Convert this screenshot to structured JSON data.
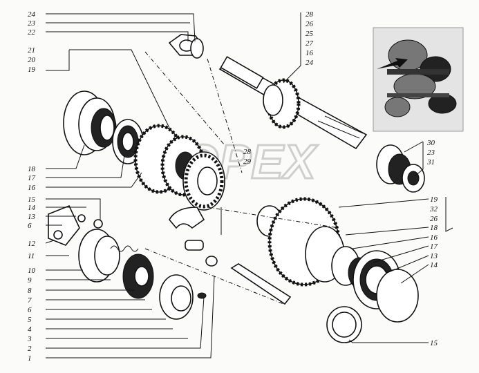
{
  "watermark": "OPEX",
  "labels": {
    "top_left": [
      "24",
      "23",
      "22"
    ],
    "left_group": [
      "21",
      "20",
      "19"
    ],
    "left_column": [
      "18",
      "17",
      "16",
      "15",
      "14",
      "13",
      "6",
      "12",
      "11",
      "10",
      "9",
      "8",
      "7",
      "6",
      "5",
      "4",
      "3",
      "2",
      "1"
    ],
    "shaft_right": [
      "28",
      "26",
      "25",
      "27",
      "16",
      "24"
    ],
    "center": [
      "28",
      "29"
    ],
    "right_upper": [
      "30",
      "23",
      "31"
    ],
    "right_lower": [
      "19",
      "32",
      "26",
      "18",
      "16",
      "17",
      "13",
      "14"
    ],
    "bottom_right": [
      "15"
    ]
  }
}
